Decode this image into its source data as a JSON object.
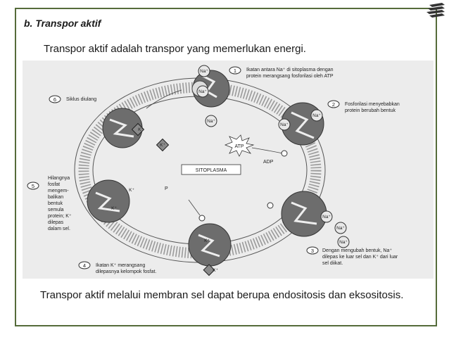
{
  "heading": "b.  Transpor aktif",
  "intro": "Transpor aktif adalah transpor yang memerlukan energi.",
  "caption": "Transpor aktif melalui membran sel dapat berupa endositosis dan eksositosis.",
  "diagram": {
    "center_label": "SITOPLASMA",
    "atp": "ATP",
    "adp": "ADP",
    "p": "P",
    "ions": {
      "na": "Na⁺",
      "k": "K⁺"
    },
    "steps": [
      {
        "num": "1",
        "text": [
          "Ikatan antara Na⁺ di sitoplasma dengan",
          "protein merangsang fosforilasi oleh ATP"
        ]
      },
      {
        "num": "2",
        "text": [
          "Fosforilasi menyebabkan",
          "protein berubah bentuk"
        ]
      },
      {
        "num": "3",
        "text": [
          "Dengan mengubah bentuk, Na⁺",
          "dilepas ke luar sel dan K⁺ dari luar",
          "sel diikat."
        ]
      },
      {
        "num": "4",
        "text": [
          "Ikatan K⁺ merangsang",
          "dilepasnya kelompok fosfat."
        ]
      },
      {
        "num": "5",
        "text": [
          "Hilangnya",
          "fosfat",
          "mengem-",
          "balikan",
          "bentuk",
          "semula",
          "protein; K⁺",
          "dilepas",
          "dalam sel."
        ]
      },
      {
        "num": "6",
        "text": [
          "Siklus diulang"
        ]
      }
    ]
  }
}
